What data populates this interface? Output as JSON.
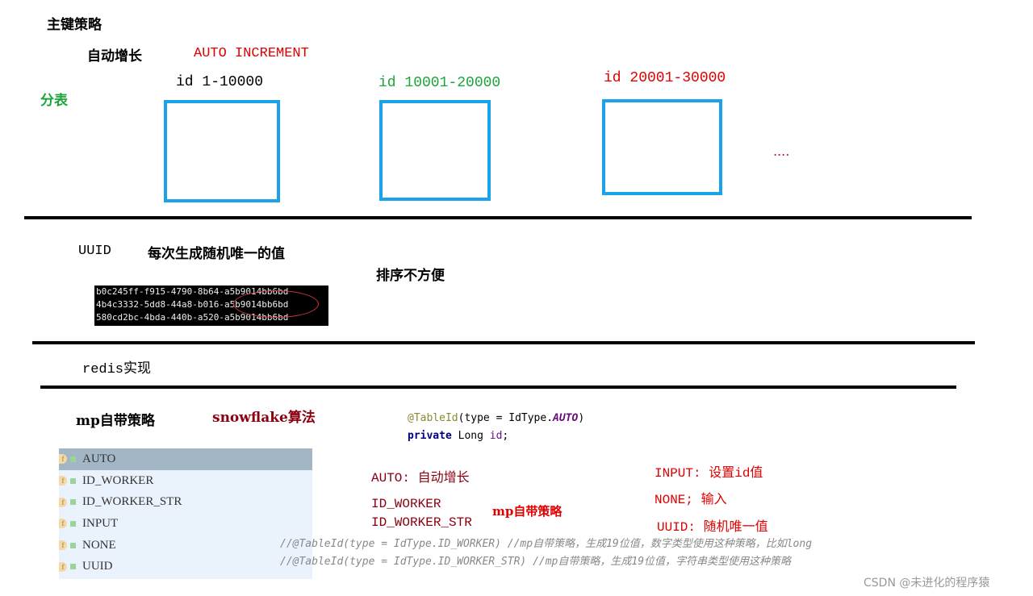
{
  "title": "主键策略",
  "auto": {
    "label": "自动增长",
    "term": "AUTO INCREMENT"
  },
  "shard": {
    "label": "分表",
    "tables": [
      "id 1-10000",
      "id 10001-20000",
      "id 20001-30000"
    ],
    "ellipsis": "...."
  },
  "uuid": {
    "label": "UUID",
    "desc": "每次生成随机唯一的值",
    "note": "排序不方便",
    "samples": [
      "b0c245ff-f915-4790-8b64-a5b9014bb6bd",
      "4b4c3332-5dd8-44a8-b016-a5b9014bb6bd",
      "580cd2bc-4bda-440b-a520-a5b9014bb6bd"
    ]
  },
  "redis": {
    "label": "redis实现"
  },
  "mp": {
    "label": "mp自带策略",
    "algo": "snowflake算法",
    "code": {
      "anno": "@TableId",
      "args": "(type = IdType.",
      "enumv": "AUTO",
      "close": ")",
      "kw": "private",
      "type": " Long ",
      "field": "id",
      ";": ";"
    },
    "enum_items": [
      "AUTO",
      "ID_WORKER",
      "ID_WORKER_STR",
      "INPUT",
      "NONE",
      "UUID"
    ],
    "notes": {
      "auto": "AUTO: 自动增长",
      "worker": "ID_WORKER",
      "worker_str": "ID_WORKER_STR",
      "mp": "mp自带策略",
      "input": "INPUT: 设置id值",
      "none": "NONE; 输入",
      "uuid": "UUID: 随机唯一值"
    },
    "comments": [
      "//@TableId(type = IdType.ID_WORKER) //mp自带策略，生成19位值，数字类型使用这种策略，比如long",
      "//@TableId(type = IdType.ID_WORKER_STR) //mp自带策略，生成19位值，字符串类型使用这种策略"
    ]
  },
  "watermark": "CSDN @未进化的程序猿"
}
